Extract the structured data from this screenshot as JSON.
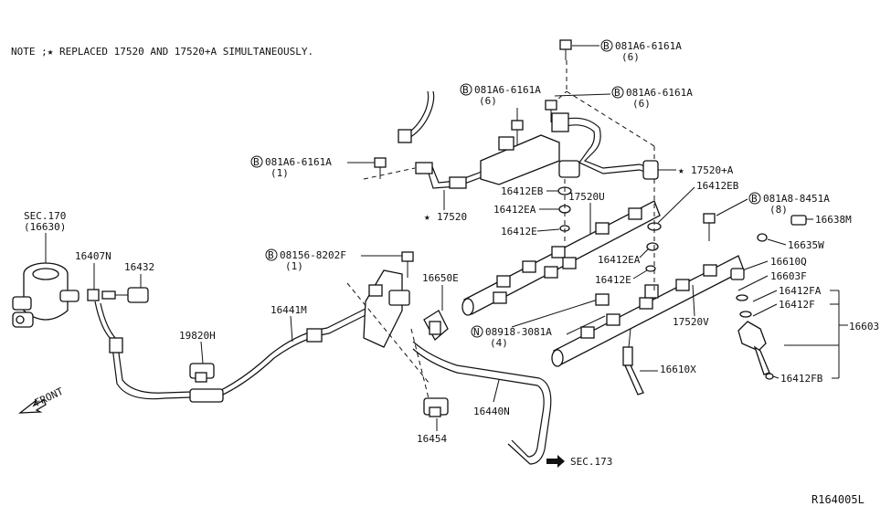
{
  "note": "NOTE ;★ REPLACED 17520 AND 17520+A SIMULTANEOUSLY.",
  "diagram_id": "R164005L",
  "front_label": "FRONT",
  "labels": {
    "bolt_top": "081A6-6161A",
    "bolt_top_qty": "(6)",
    "bolt_mid_left": "081A6-6161A",
    "bolt_mid_left_qty": "(6)",
    "bolt_mid_right": "081A6-6161A",
    "bolt_mid_right_qty": "(6)",
    "bolt_left": "081A6-6161A",
    "bolt_left_qty": "(1)",
    "bolt_8451": "081A8-8451A",
    "bolt_8451_qty": "(8)",
    "bolt_8202": "08156-8202F",
    "bolt_8202_qty": "(1)",
    "nut_3081": "08918-3081A",
    "nut_3081_qty": "(4)",
    "sec170": "SEC.170",
    "sec170_sub": "(16630)",
    "sec173": "SEC.173",
    "p17520a": "17520+A",
    "p17520": "17520",
    "p16412EB_1": "16412EB",
    "p16412EB_2": "16412EB",
    "p16412EA_1": "16412EA",
    "p16412EA_2": "16412EA",
    "p16412E_1": "16412E",
    "p16412E_2": "16412E",
    "p17520U": "17520U",
    "p17520V": "17520V",
    "p16638M": "16638M",
    "p16635W": "16635W",
    "p16610Q": "16610Q",
    "p16603F": "16603F",
    "p16412FA": "16412FA",
    "p16412F": "16412F",
    "p16603": "16603",
    "p16412FB": "16412FB",
    "p16610X": "16610X",
    "p16407N": "16407N",
    "p16432": "16432",
    "p16441M": "16441M",
    "p19820H": "19820H",
    "p16650E": "16650E",
    "p16440N": "16440N",
    "p16454": "16454",
    "circle_B": "B",
    "circle_N": "N"
  }
}
